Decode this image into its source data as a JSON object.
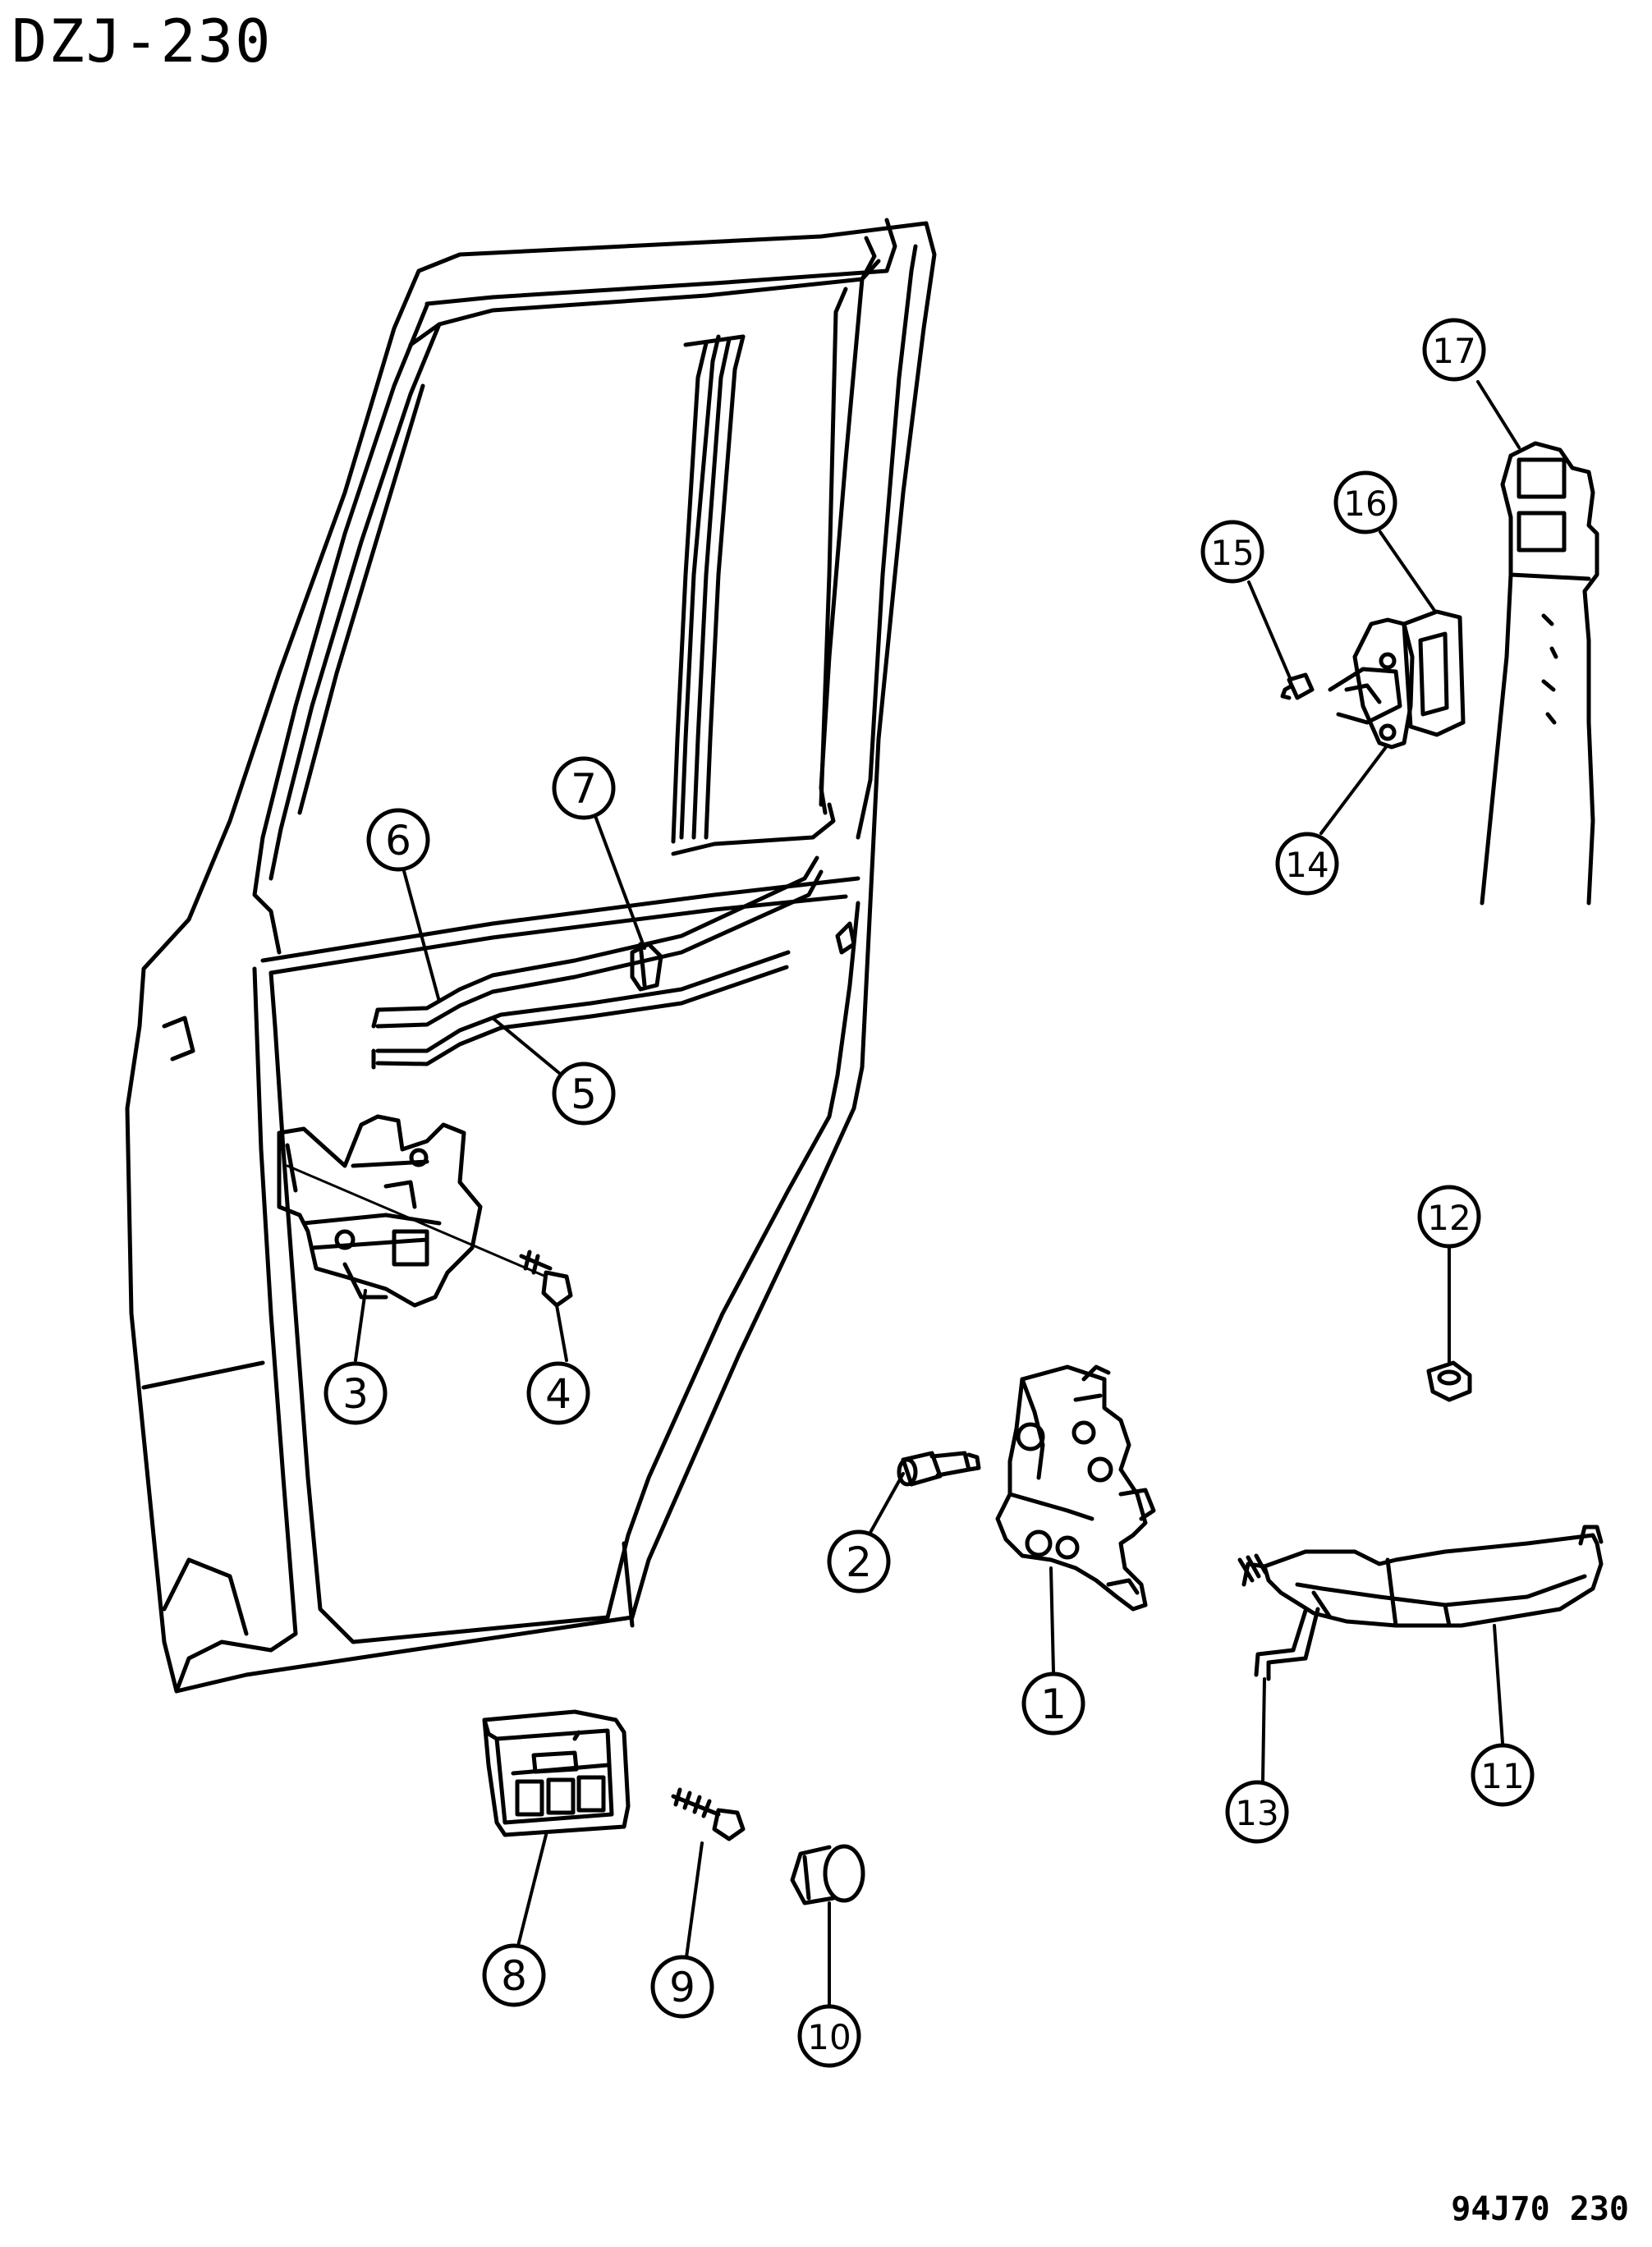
{
  "header": {
    "title": "DZJ-230"
  },
  "footer": {
    "reference": "94J70 230"
  },
  "callouts": [
    {
      "id": "c1",
      "label": "1"
    },
    {
      "id": "c2",
      "label": "2"
    },
    {
      "id": "c3",
      "label": "3"
    },
    {
      "id": "c4",
      "label": "4"
    },
    {
      "id": "c5",
      "label": "5"
    },
    {
      "id": "c6",
      "label": "6"
    },
    {
      "id": "c7",
      "label": "7"
    },
    {
      "id": "c8",
      "label": "8"
    },
    {
      "id": "c9",
      "label": "9"
    },
    {
      "id": "c10",
      "label": "10"
    },
    {
      "id": "c11",
      "label": "11"
    },
    {
      "id": "c12",
      "label": "12"
    },
    {
      "id": "c13",
      "label": "13"
    },
    {
      "id": "c14",
      "label": "14"
    },
    {
      "id": "c15",
      "label": "15"
    },
    {
      "id": "c16",
      "label": "16"
    },
    {
      "id": "c17",
      "label": "17"
    }
  ]
}
